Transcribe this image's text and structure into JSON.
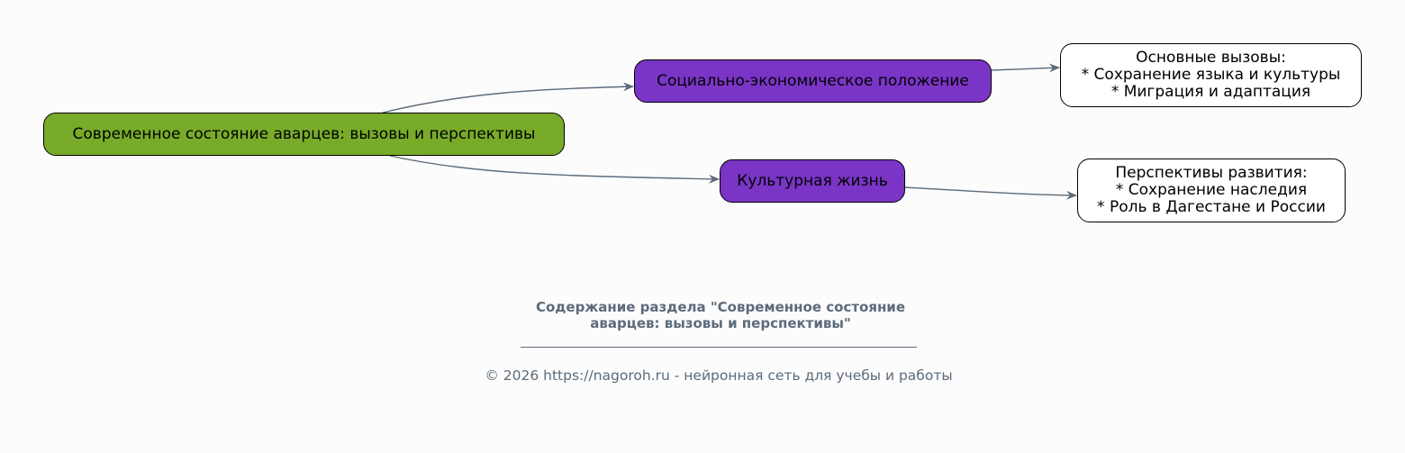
{
  "nodes": {
    "root": "Современное состояние аварцев: вызовы и перспективы",
    "socio_economic": "Социально-экономическое положение",
    "culture": "Культурная жизнь",
    "challenges": "Основные вызовы:\n* Сохранение языка и культуры\n* Миграция и адаптация",
    "perspectives": "Перспективы развития:\n* Сохранение наследия\n* Роль в Дагестане и России"
  },
  "colors": {
    "root": "#78ab29",
    "branch": "#7a35c6",
    "leaf": "#ffffff",
    "edge": "#5c6b7a",
    "background": "#fcfcfc"
  },
  "caption": "Содержание раздела \"Современное состояние\nаварцев: вызовы и перспективы\"",
  "footer": "© 2026 https://nagoroh.ru - нейронная сеть для учебы и работы"
}
